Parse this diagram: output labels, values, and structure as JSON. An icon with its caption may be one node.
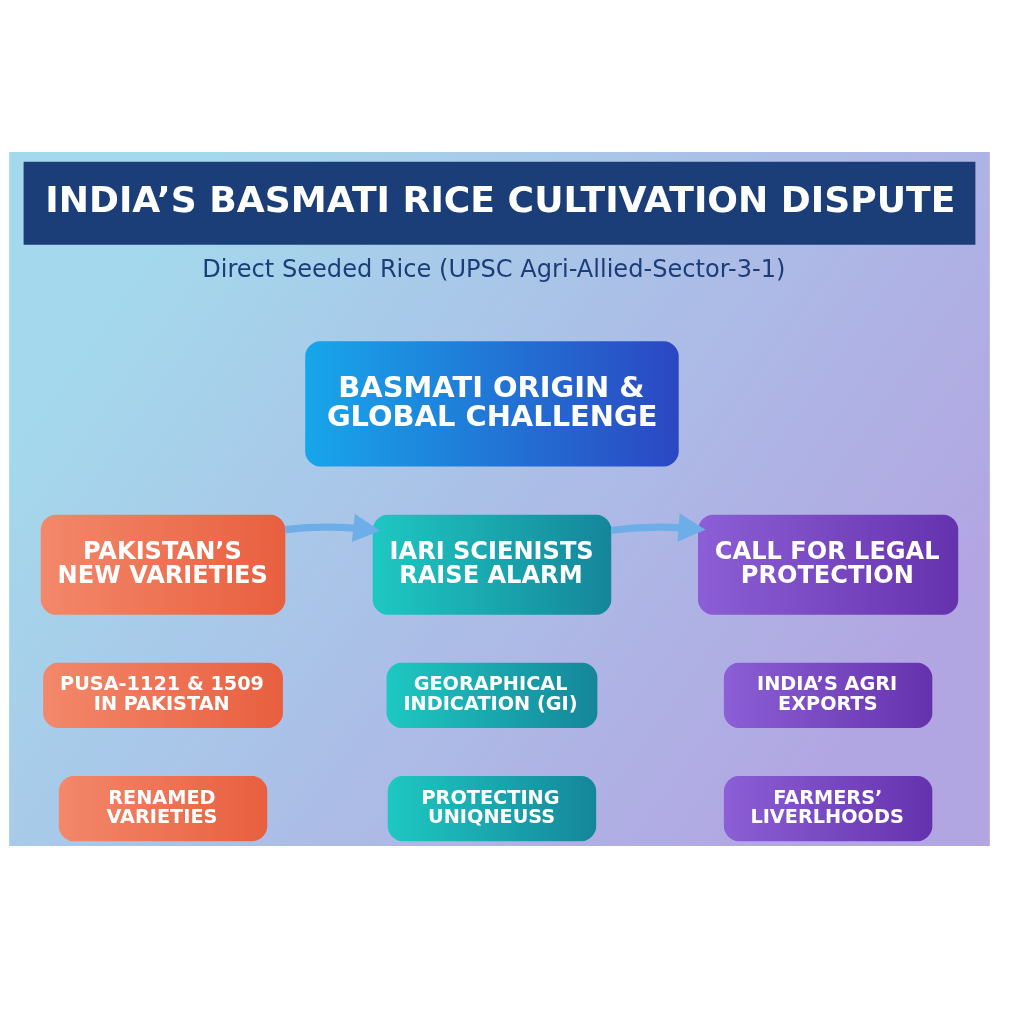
{
  "diagram": {
    "title": "INDIA’S BASMATI RICE CULTIVATION DISPUTE",
    "nodes": [
      {
        "text": [
          "BASMATI ORIGIN & GLOBAL CHALLENGE"
        ]
      },
      {
        "text": [
          "PAKISTAN’S NEW VARIETIES"
        ]
      },
      {
        "text": [
          "IARI SCIENISTS RAISE ALARM"
        ]
      },
      {
        "text": [
          "CALL FOR LEGAL PROTECTION"
        ]
      },
      {
        "text": [
          "PUSA-1121 & 1509 IN PAKISTAN"
        ]
      },
      {
        "text": [
          "GEORAPHICAL INDICATION (GI)"
        ]
      },
      {
        "text": [
          "INDIA’S AGRI EXPORTS"
        ]
      },
      {
        "text": [
          "RENAMED VARIETIES"
        ]
      },
      {
        "text": [
          "PROTECTING UNIQNEUSS"
        ]
      },
      {
        "text": [
          "FARMERS’ LIVERLHOODS"
        ]
      }
    ],
    "edges": [
      {
        "from": 1,
        "to": 2,
        "arrow": "to"
      },
      {
        "from": 2,
        "to": 3,
        "arrow": "to"
      }
    ],
    "labels": [
      "Direct Seeded Rice (UPSC Agri-Allied-Sector-3-1)"
    ]
  }
}
